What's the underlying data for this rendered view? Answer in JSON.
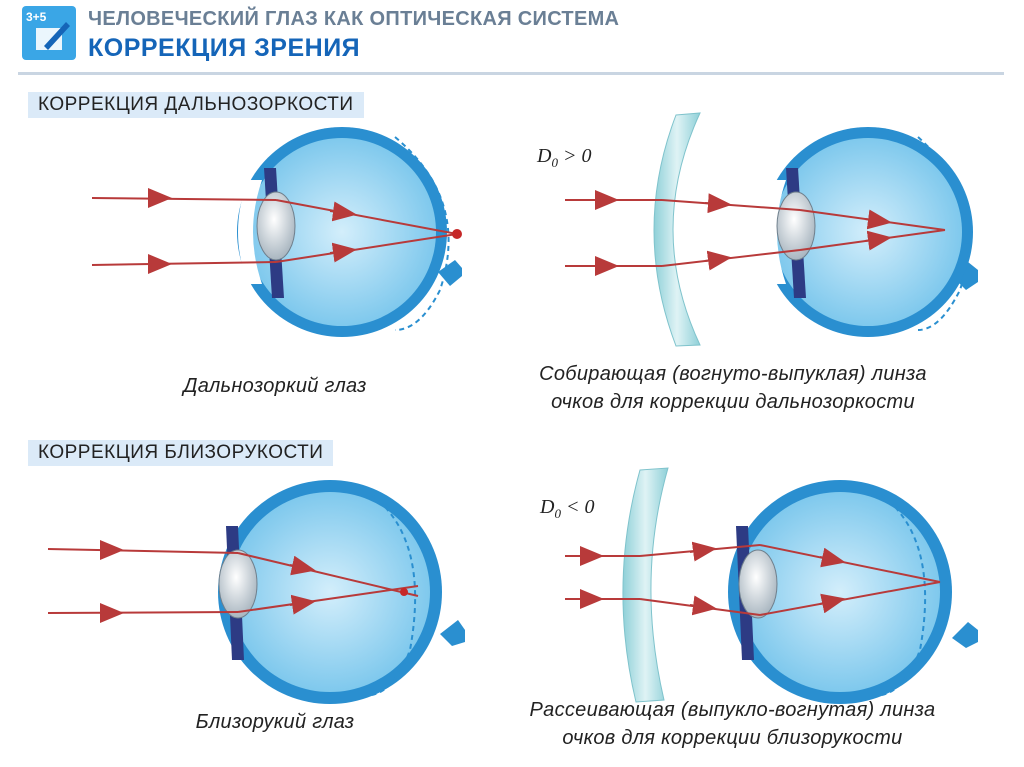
{
  "header": {
    "logo_text": "3+5",
    "title_line1": "ЧЕЛОВЕЧЕСКИЙ ГЛАЗ КАК ОПТИЧЕСКАЯ СИСТЕМА",
    "title_line2": "КОРРЕКЦИЯ ЗРЕНИЯ"
  },
  "sections": {
    "hyperopia": {
      "label": "КОРРЕКЦИЯ ДАЛЬНОЗОРКОСТИ",
      "eye_caption": "Дальнозоркий глаз",
      "lens_power": "D",
      "lens_power_sub": "0",
      "lens_power_rel": " > 0",
      "lens_caption_1": "Собирающая (вогнуто-выпуклая) линза",
      "lens_caption_2": "очков для коррекции дальнозоркости"
    },
    "myopia": {
      "label": "КОРРЕКЦИЯ БЛИЗОРУКОСТИ",
      "eye_caption": "Близорукий глаз",
      "lens_power": "D",
      "lens_power_sub": "0",
      "lens_power_rel": " < 0",
      "lens_caption_1": "Рассеивающая (выпукло-вогнутая) линза",
      "lens_caption_2": "очков для коррекции близорукости"
    }
  },
  "colors": {
    "eye_outer": "#2a8fd0",
    "eye_fill": "#7cc8ee",
    "ray": "#b83a3a",
    "lens": "#b6e2e6"
  }
}
